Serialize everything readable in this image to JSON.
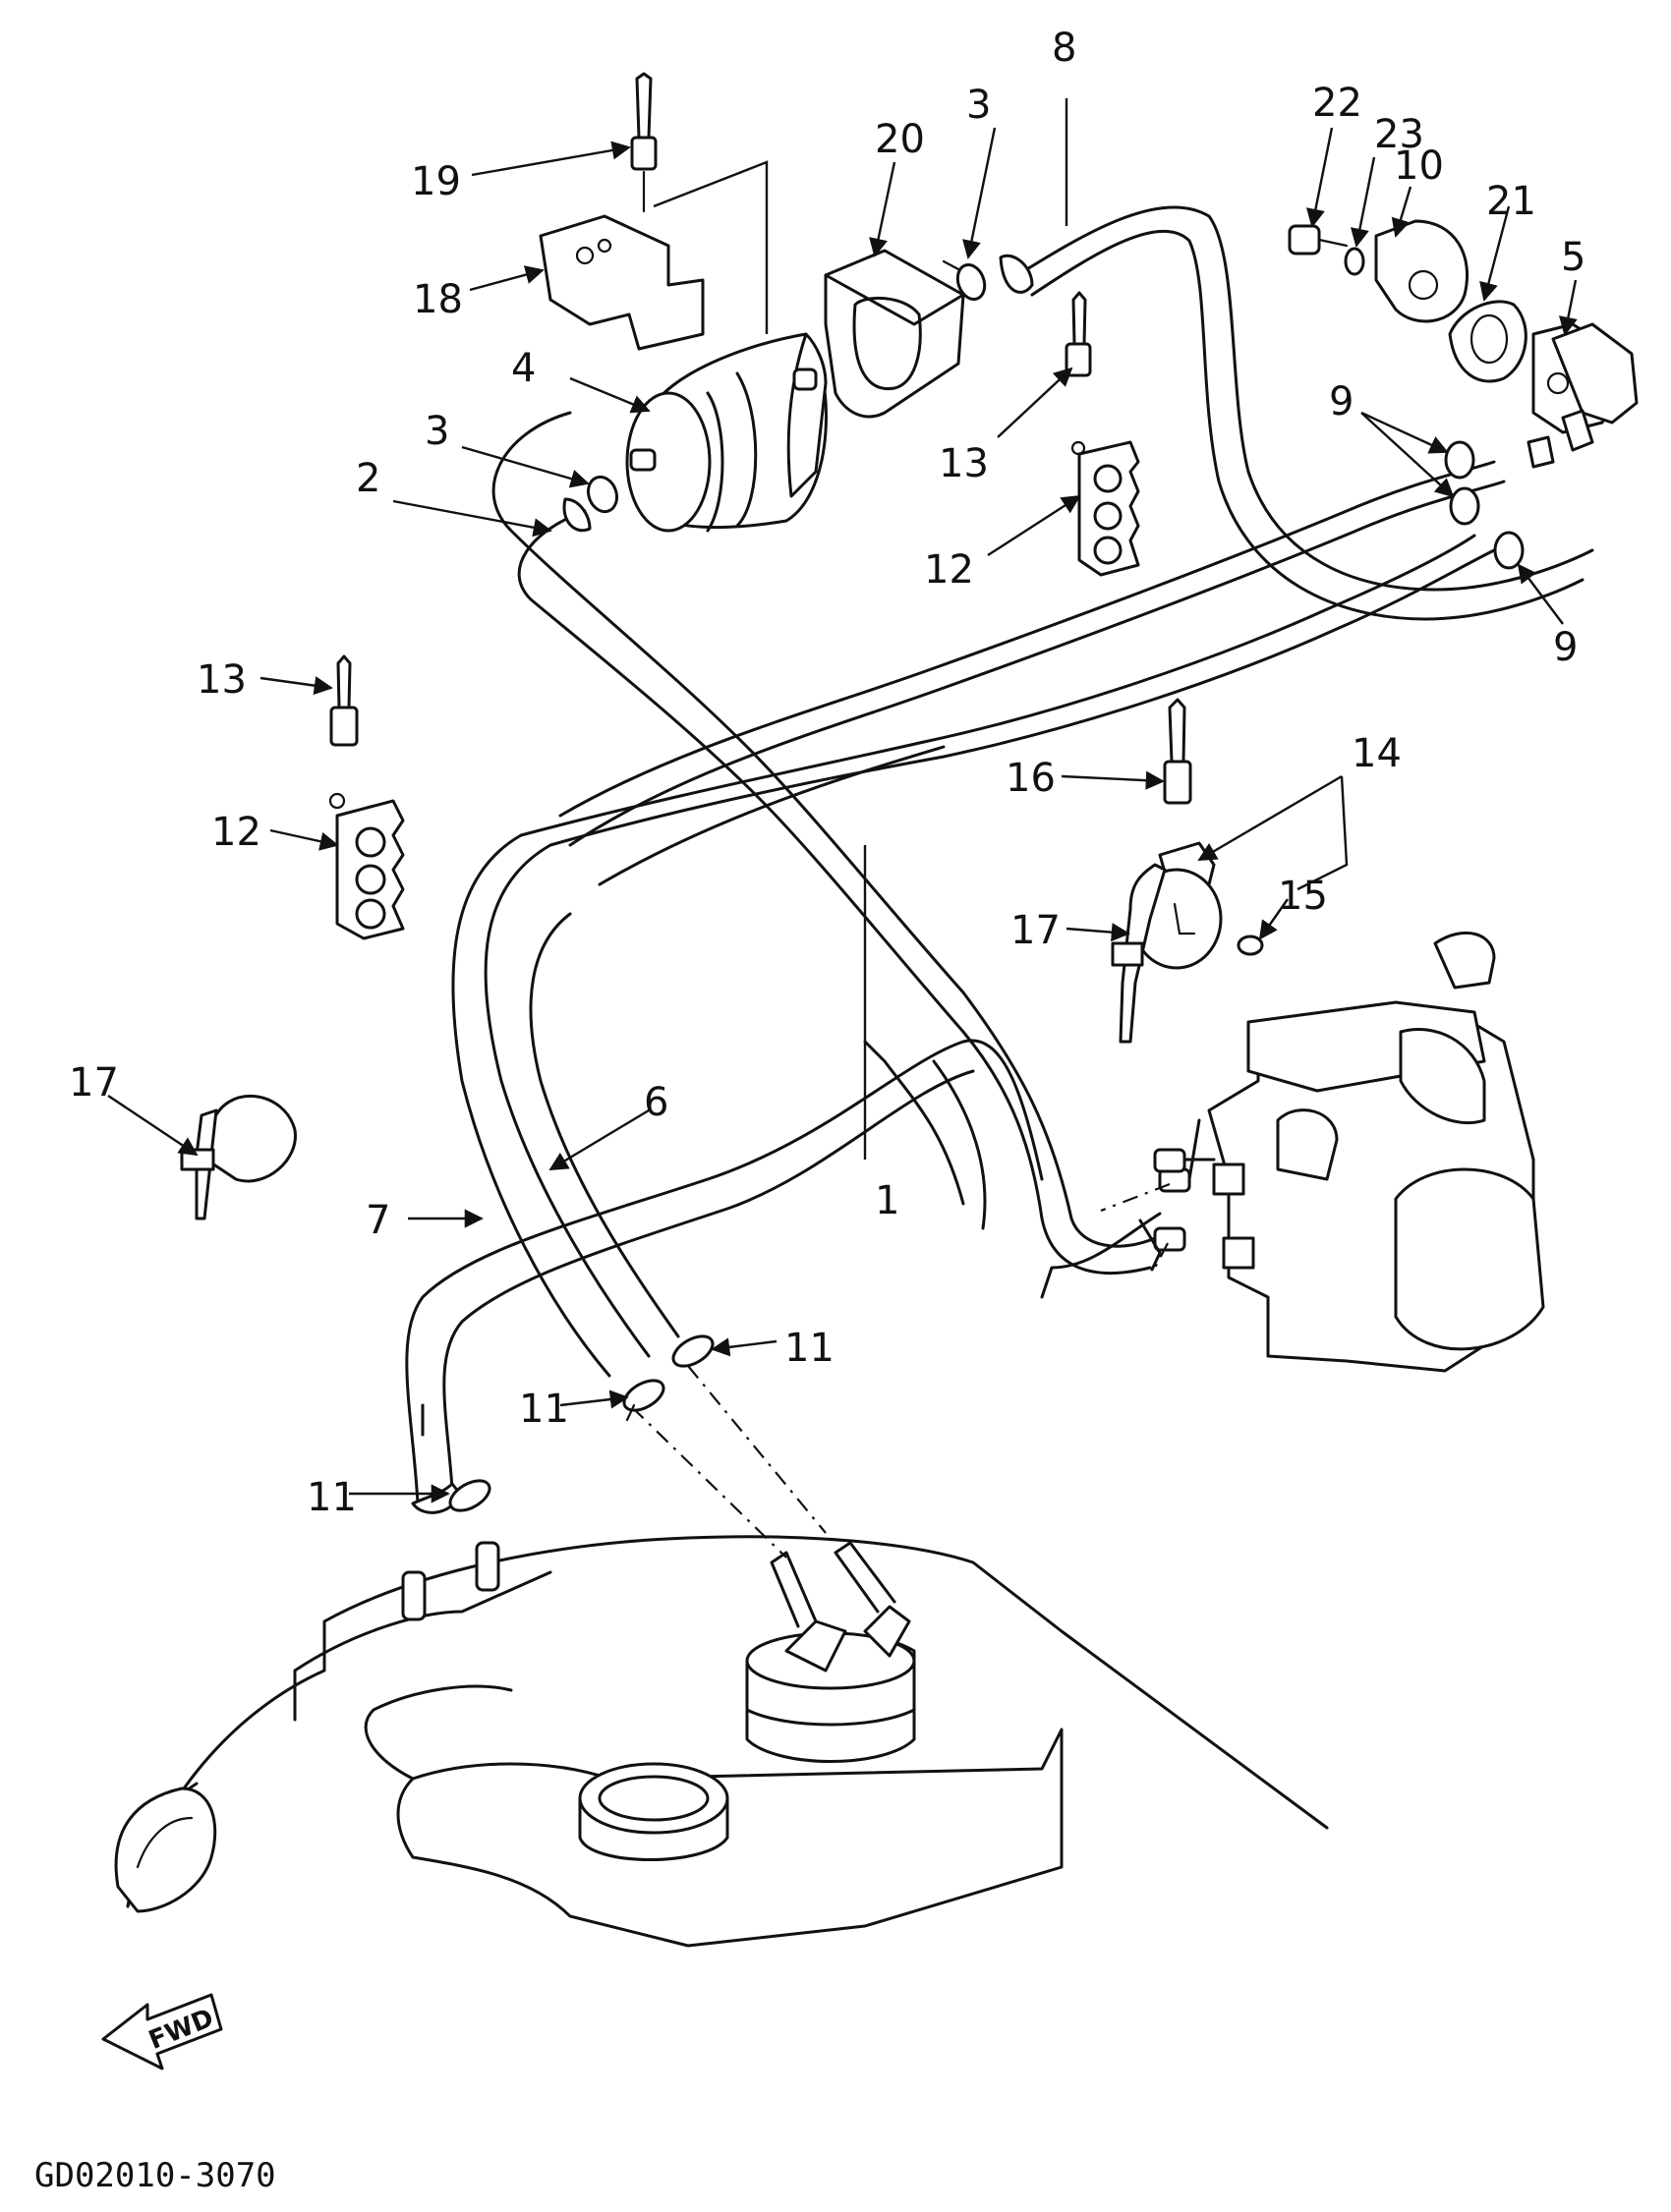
{
  "diagram_code": "GD02010-3070",
  "fwd_label": "FWD",
  "callouts": [
    {
      "id": "c1",
      "text": "1"
    },
    {
      "id": "c2",
      "text": "2"
    },
    {
      "id": "c3a",
      "text": "3"
    },
    {
      "id": "c3b",
      "text": "3"
    },
    {
      "id": "c4",
      "text": "4"
    },
    {
      "id": "c5",
      "text": "5"
    },
    {
      "id": "c6",
      "text": "6"
    },
    {
      "id": "c7",
      "text": "7"
    },
    {
      "id": "c8",
      "text": "8"
    },
    {
      "id": "c9a",
      "text": "9"
    },
    {
      "id": "c9b",
      "text": "9"
    },
    {
      "id": "c10",
      "text": "10"
    },
    {
      "id": "c11a",
      "text": "11"
    },
    {
      "id": "c11b",
      "text": "11"
    },
    {
      "id": "c11c",
      "text": "11"
    },
    {
      "id": "c12a",
      "text": "12"
    },
    {
      "id": "c12b",
      "text": "12"
    },
    {
      "id": "c13a",
      "text": "13"
    },
    {
      "id": "c13b",
      "text": "13"
    },
    {
      "id": "c14",
      "text": "14"
    },
    {
      "id": "c15",
      "text": "15"
    },
    {
      "id": "c16",
      "text": "16"
    },
    {
      "id": "c17a",
      "text": "17"
    },
    {
      "id": "c17b",
      "text": "17"
    },
    {
      "id": "c18",
      "text": "18"
    },
    {
      "id": "c19",
      "text": "19"
    },
    {
      "id": "c20",
      "text": "20"
    },
    {
      "id": "c21",
      "text": "21"
    },
    {
      "id": "c22",
      "text": "22"
    },
    {
      "id": "c23",
      "text": "23"
    }
  ]
}
